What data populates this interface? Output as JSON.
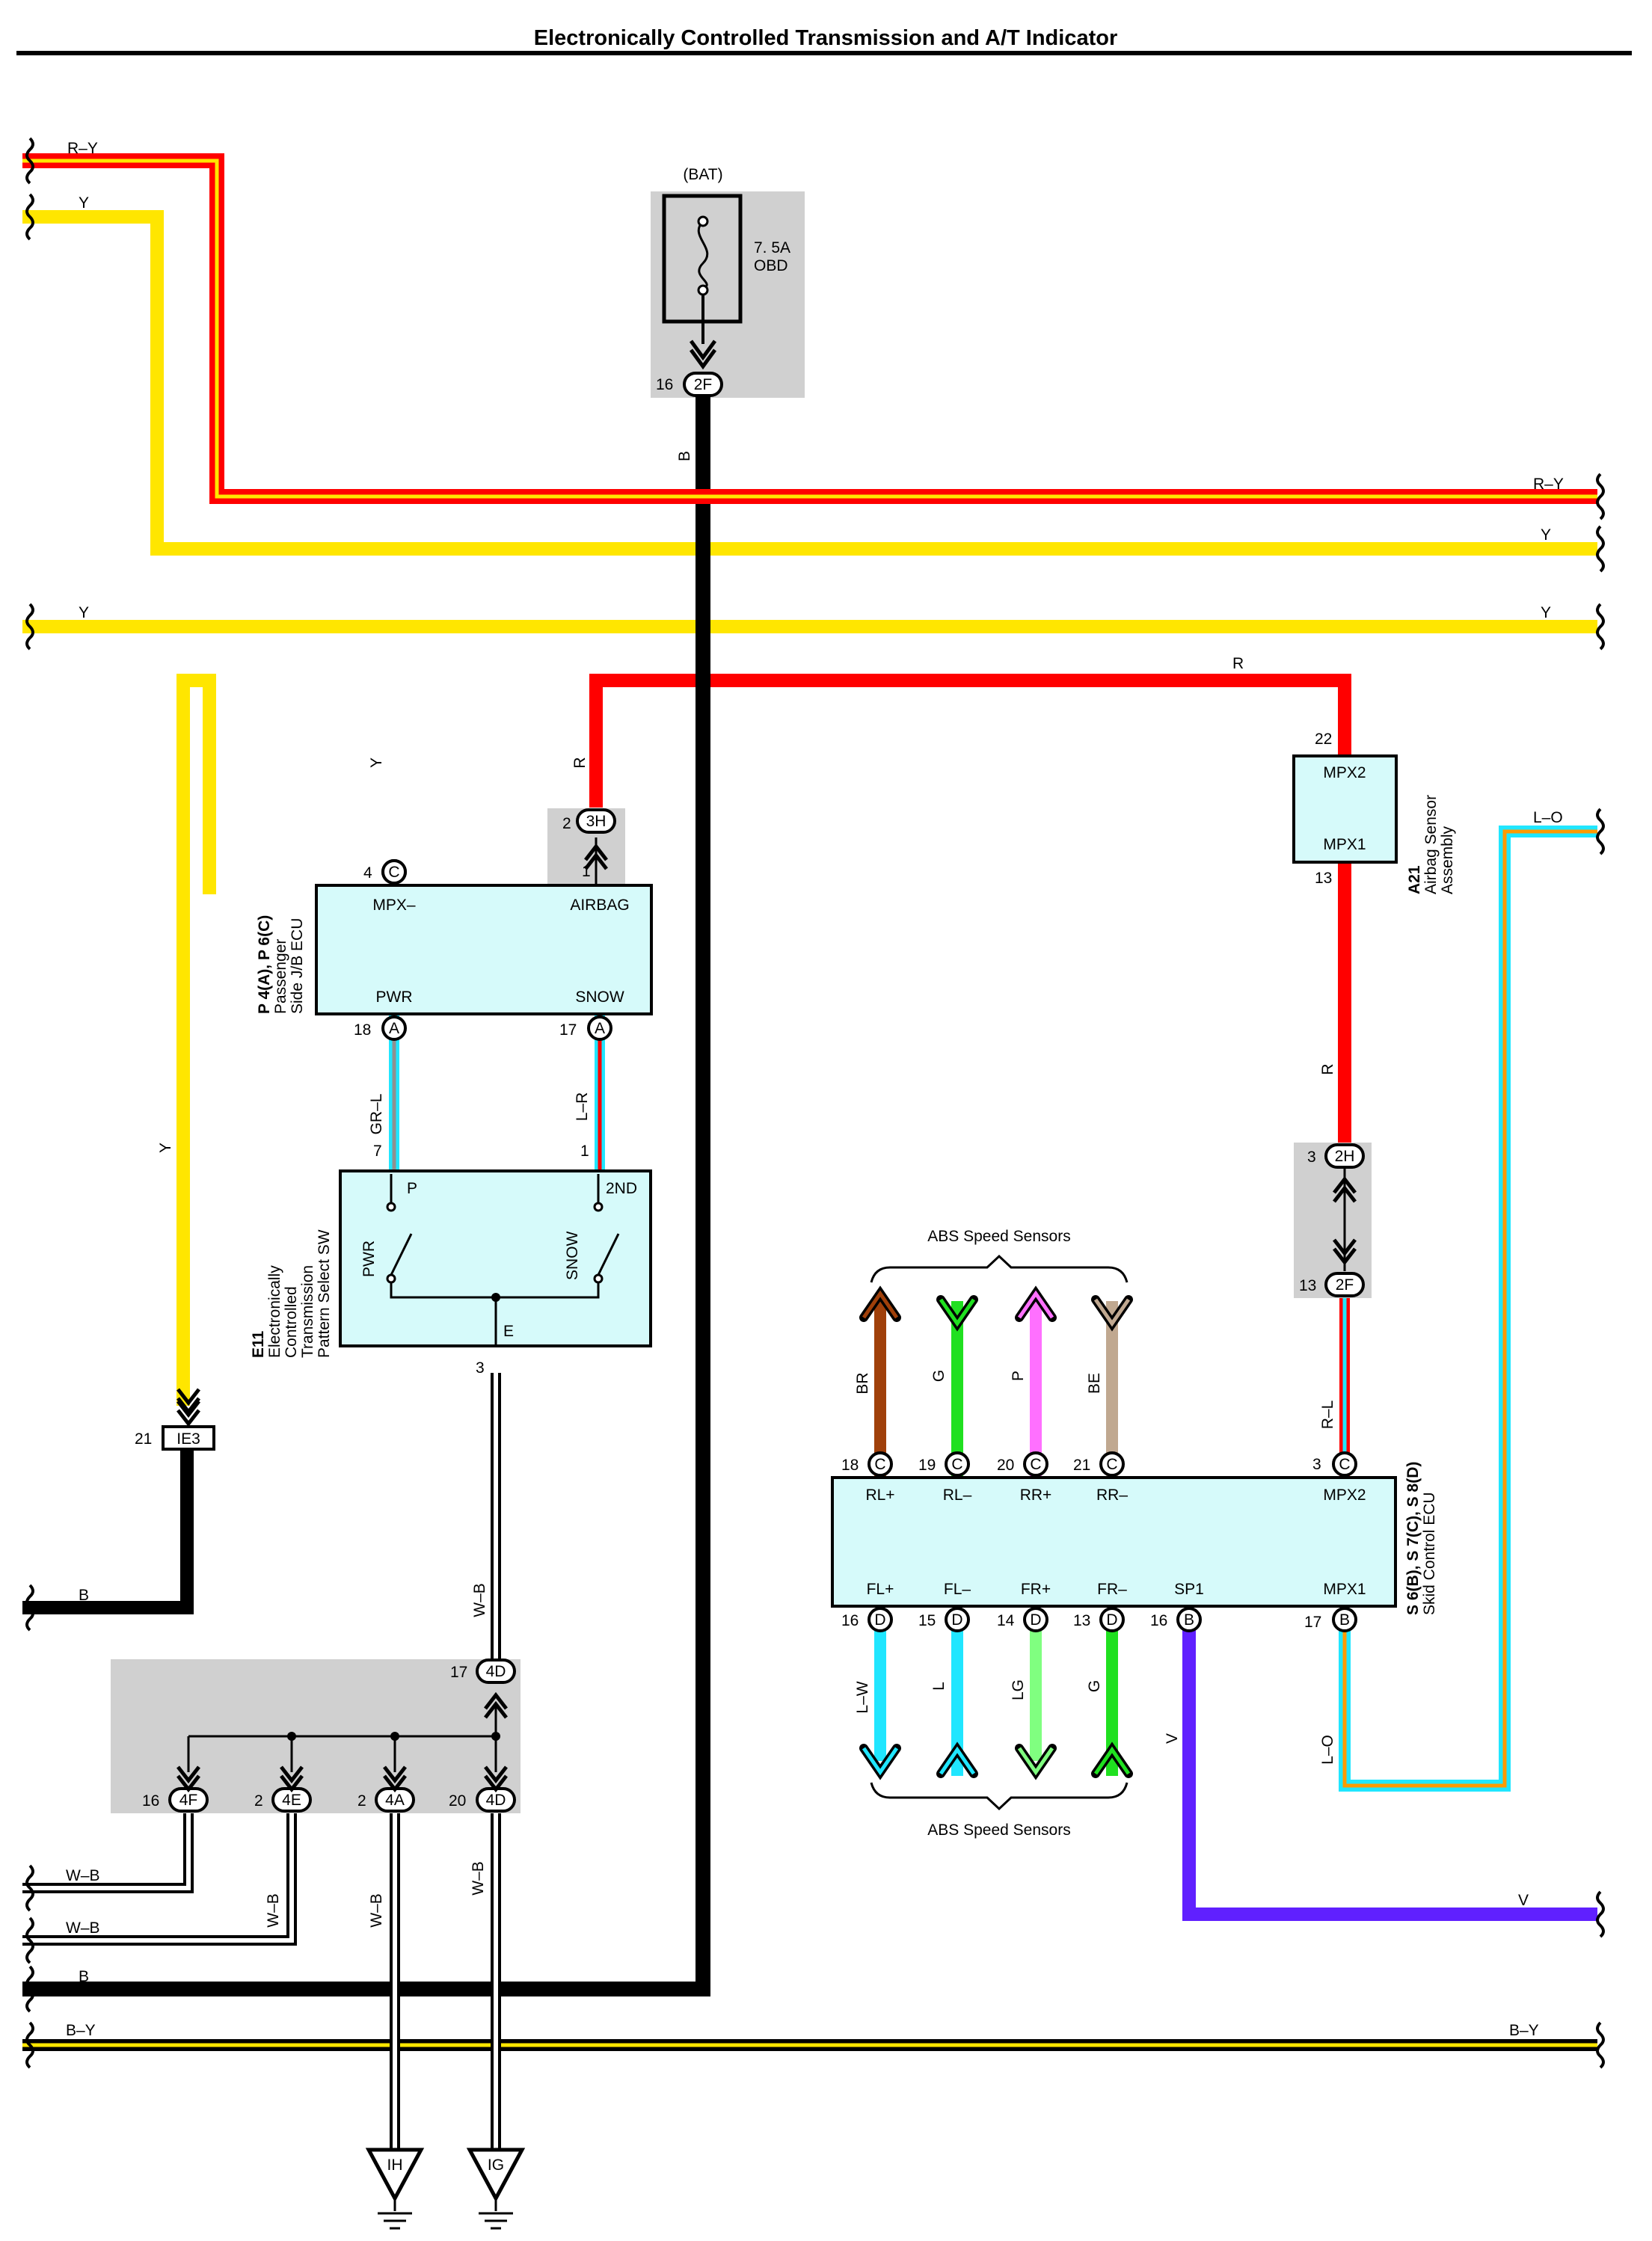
{
  "title": "Electronically Controlled Transmission and A/T Indicator",
  "colors": {
    "R": "#ff0000",
    "Y": "#ffe600",
    "B": "#000000",
    "V": "#6020ff",
    "L": "#20e6ff",
    "O": "#ff9a00",
    "W": "#ffffff",
    "GR": "#909090",
    "G": "#20e020",
    "P": "#ff70ff",
    "BR": "#a0400a",
    "BE": "#c0a890",
    "LG": "#80ff80",
    "box_fill": "#d6fafa",
    "splice_fill": "#d0d0d0"
  },
  "wire_labels": {
    "ry_top_left": "R–Y",
    "y_top_left": "Y",
    "ry_right": "R–Y",
    "y_right1": "Y",
    "y_mid_left": "Y",
    "y_mid_right": "Y",
    "r_top": "R",
    "b_fuse": "B",
    "y_left_vert": "Y",
    "y_pjb": "Y",
    "r_airbag": "R",
    "grl": "GR–L",
    "lr": "L–R",
    "r_a21": "R",
    "lo_right": "L–O",
    "rl": "R–L",
    "wb_e11": "W–B",
    "br": "BR",
    "g_top": "G",
    "p": "P",
    "be": "BE",
    "lw": "L–W",
    "l": "L",
    "lg": "LG",
    "g_bot": "G",
    "v_vert": "V",
    "lo_vert": "L–O",
    "b_left": "B",
    "wb1": "W–B",
    "wb2": "W–B",
    "wb_4e": "W–B",
    "wb_4a": "W–B",
    "wb_4d": "W–B",
    "b_bottom": "B",
    "v_right": "V",
    "by_left": "B–Y",
    "by_right": "B–Y"
  },
  "fuse": {
    "source": "(BAT)",
    "rating": "7. 5A",
    "name": "OBD",
    "connector": "2F",
    "pin": "16"
  },
  "pjb": {
    "code": "P 4(A), P 6(C)",
    "name_line1": "Passenger",
    "name_line2": "Side J/B ECU",
    "t_mpx": "MPX–",
    "t_airbag": "AIRBAG",
    "t_pwr": "PWR",
    "t_snow": "SNOW",
    "c_mpx": "C",
    "p_mpx": "4",
    "c_pwr": "A",
    "p_pwr": "18",
    "c_snow": "A",
    "p_snow": "17",
    "p_airbag": "1",
    "j_3h": "3H",
    "p_3h": "2"
  },
  "e11": {
    "code": "E11",
    "line1": "Electronically",
    "line2": "Controlled",
    "line3": "Transmission",
    "line4": "Pattern Select SW",
    "t_p": "P",
    "t_2nd": "2ND",
    "t_pwr": "PWR",
    "t_snow": "SNOW",
    "t_e": "E",
    "p7": "7",
    "p1": "1",
    "p3": "3"
  },
  "a21": {
    "code": "A21",
    "line1": "Airbag Sensor",
    "line2": "Assembly",
    "t_mpx2": "MPX2",
    "t_mpx1": "MPX1",
    "p22": "22",
    "p13": "13"
  },
  "skid": {
    "code": "S 6(B), S 7(C), S 8(D)",
    "name": "Skid Control ECU",
    "top_terms": [
      {
        "t": "RL+",
        "c": "C",
        "p": "18"
      },
      {
        "t": "RL–",
        "c": "C",
        "p": "19"
      },
      {
        "t": "RR+",
        "c": "C",
        "p": "20"
      },
      {
        "t": "RR–",
        "c": "C",
        "p": "21"
      }
    ],
    "bot_terms": [
      {
        "t": "FL+",
        "c": "D",
        "p": "16"
      },
      {
        "t": "FL–",
        "c": "D",
        "p": "15"
      },
      {
        "t": "FR+",
        "c": "D",
        "p": "14"
      },
      {
        "t": "FR–",
        "c": "D",
        "p": "13"
      },
      {
        "t": "SP1",
        "c": "B",
        "p": "16"
      }
    ],
    "t_mpx2": "MPX2",
    "c_mpx2": "C",
    "p_mpx2": "3",
    "t_mpx1": "MPX1",
    "c_mpx1": "B",
    "p_mpx1": "17",
    "abs_top": "ABS Speed Sensors",
    "abs_bot": "ABS Speed Sensors"
  },
  "junctions": {
    "j_3h_2h": "2H",
    "p_2h": "3",
    "j_2f": "2F",
    "p_2f": "13",
    "ie3": "IE3",
    "p_ie3": "21",
    "j_4d_top": "4D",
    "p_4d_top": "17",
    "j_4f": "4F",
    "p_4f": "16",
    "j_4e": "4E",
    "p_4e": "2",
    "j_4a": "4A",
    "p_4a": "2",
    "j_4d": "4D",
    "p_4d": "20"
  },
  "grounds": {
    "ih": "IH",
    "ig": "IG"
  }
}
